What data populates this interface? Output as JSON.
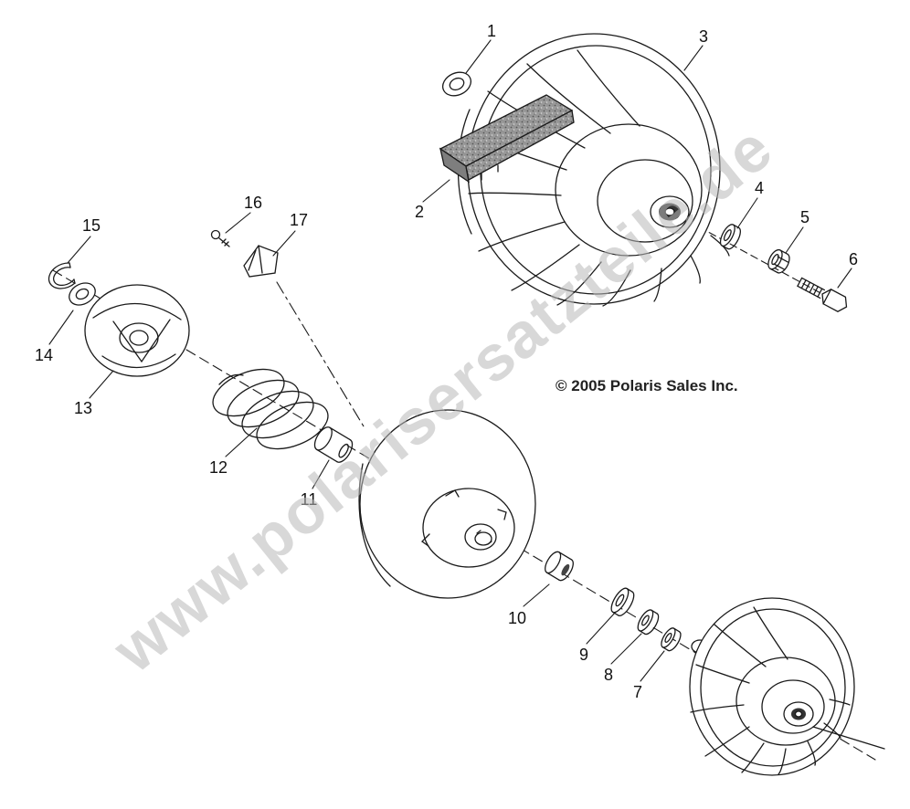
{
  "watermark": "www.polarisersatzteile.de",
  "copyright": "© 2005 Polaris Sales Inc.",
  "colors": {
    "line": "#1a1a1a",
    "watermark": "#b9b9b9",
    "belt": "#9a9a9a"
  },
  "callouts": [
    {
      "label": "1"
    },
    {
      "label": "2"
    },
    {
      "label": "3"
    },
    {
      "label": "4"
    },
    {
      "label": "5"
    },
    {
      "label": "6"
    },
    {
      "label": "7"
    },
    {
      "label": "8"
    },
    {
      "label": "9"
    },
    {
      "label": "10"
    },
    {
      "label": "11"
    },
    {
      "label": "12"
    },
    {
      "label": "13"
    },
    {
      "label": "14"
    },
    {
      "label": "15"
    },
    {
      "label": "16"
    },
    {
      "label": "17"
    }
  ]
}
